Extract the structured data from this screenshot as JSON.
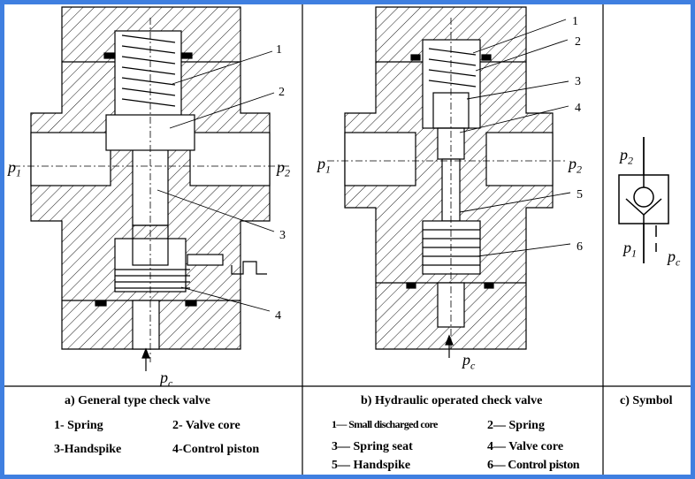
{
  "panels": {
    "a": {
      "caption": "a) General type check valve",
      "legend": [
        "1- Spring",
        "2- Valve core",
        "3-Handspike",
        "4-Control piston"
      ],
      "callouts": [
        "1",
        "2",
        "3",
        "4"
      ],
      "ports": {
        "p1": "p",
        "p1_sub": "1",
        "p2": "p",
        "p2_sub": "2",
        "pc": "p",
        "pc_sub": "c"
      }
    },
    "b": {
      "caption": "b) Hydraulic operated check valve",
      "legend": [
        "1— Small discharged core",
        "2— Spring",
        "3— Spring seat",
        "4— Valve core",
        "5— Handspike",
        "6— Control piston"
      ],
      "callouts": [
        "1",
        "2",
        "3",
        "4",
        "5",
        "6"
      ],
      "ports": {
        "p1": "p",
        "p1_sub": "1",
        "p2": "p",
        "p2_sub": "2",
        "pc": "p",
        "pc_sub": "c"
      }
    },
    "c": {
      "caption": "c) Symbol",
      "ports": {
        "p1": "p",
        "p1_sub": "1",
        "p2": "p",
        "p2_sub": "2",
        "pc": "p",
        "pc_sub": "c"
      }
    }
  },
  "colors": {
    "border": "#3f7fe0",
    "line": "#000000"
  }
}
